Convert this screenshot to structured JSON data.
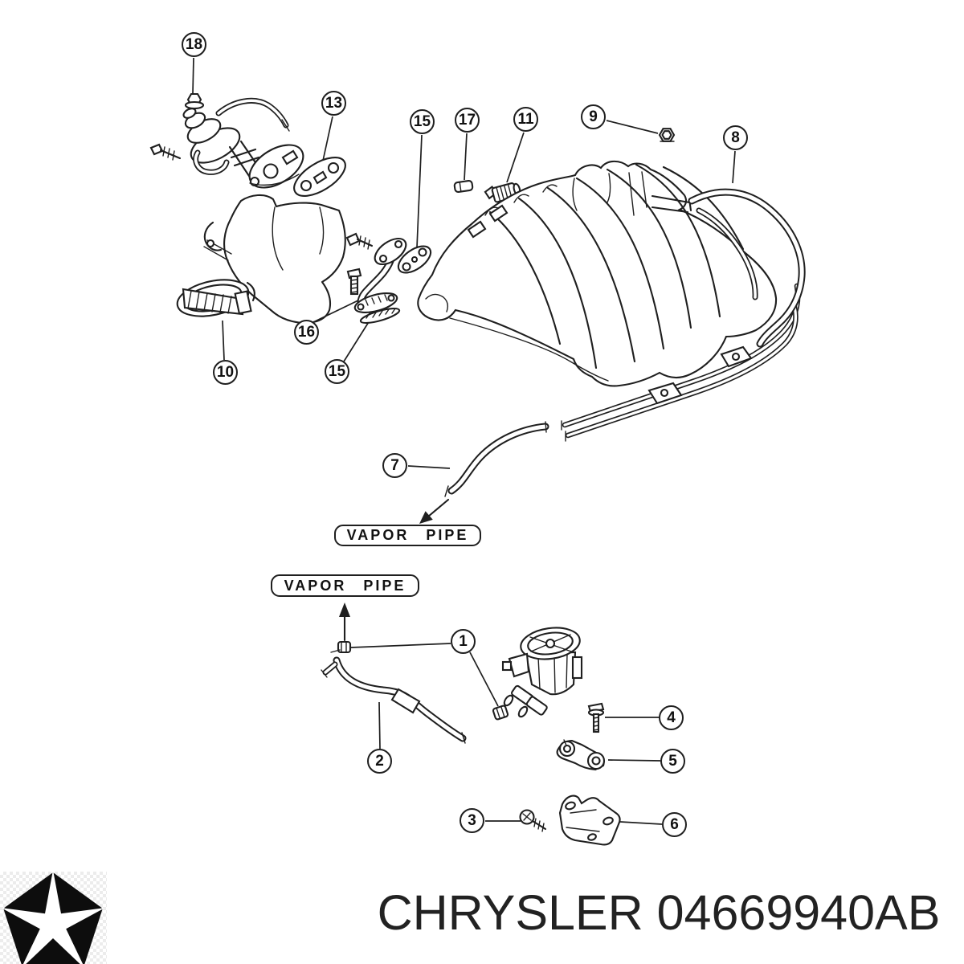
{
  "page": {
    "background": "#ffffff",
    "line_color": "#1f1f1f"
  },
  "diagram": {
    "callouts": [
      {
        "label": "18"
      },
      {
        "label": "13"
      },
      {
        "label": "15"
      },
      {
        "label": "17"
      },
      {
        "label": "11"
      },
      {
        "label": "9"
      },
      {
        "label": "8"
      },
      {
        "label": "16"
      },
      {
        "label": "10"
      },
      {
        "label": "15"
      },
      {
        "label": "7"
      },
      {
        "label": "1"
      },
      {
        "label": "2"
      },
      {
        "label": "4"
      },
      {
        "label": "5"
      },
      {
        "label": "3"
      },
      {
        "label": "6"
      }
    ],
    "labels": {
      "vapor_pipe_upper": "VAPOR PIPE",
      "vapor_pipe_lower": "VAPOR PIPE"
    }
  },
  "footer": {
    "brand": "CHRYSLER",
    "part_number": "04669940AB",
    "title": "CHRYSLER 04669940AB",
    "logo_name": "chrysler-pentastar-logo"
  }
}
